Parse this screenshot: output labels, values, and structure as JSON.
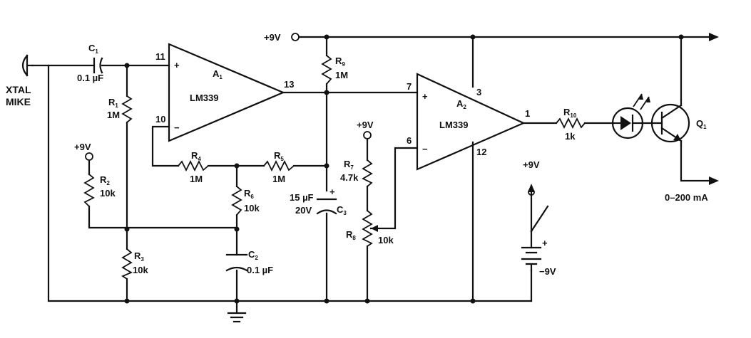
{
  "components": {
    "mic": {
      "line1": "XTAL",
      "line2": "MIKE"
    },
    "c1": {
      "name": "C",
      "sub": "1",
      "value": "0.1 µF"
    },
    "r1": {
      "name": "R",
      "sub": "1",
      "value": "1M"
    },
    "r2": {
      "name": "R",
      "sub": "2",
      "value": "10k"
    },
    "r3": {
      "name": "R",
      "sub": "3",
      "value": "10k"
    },
    "r4": {
      "name": "R",
      "sub": "4",
      "value": "1M"
    },
    "r5": {
      "name": "R",
      "sub": "5",
      "value": "1M"
    },
    "r6": {
      "name": "R",
      "sub": "6",
      "value": "10k"
    },
    "r7": {
      "name": "R",
      "sub": "7",
      "value": "4.7k"
    },
    "r8": {
      "name": "R",
      "sub": "8",
      "value": "10k"
    },
    "r9": {
      "name": "R",
      "sub": "9",
      "value": "1M"
    },
    "r10": {
      "name": "R",
      "sub": "10",
      "value": "1k"
    },
    "c2": {
      "name": "C",
      "sub": "2",
      "value": "0.1 µF"
    },
    "c3": {
      "name": "C",
      "sub": "3",
      "value": "15 µF",
      "voltage": "20V"
    },
    "a1": {
      "name": "A",
      "sub": "1",
      "part": "LM339",
      "pin_plus": "11",
      "pin_minus": "10",
      "pin_out": "13"
    },
    "a2": {
      "name": "A",
      "sub": "2",
      "part": "LM339",
      "pin_plus": "7",
      "pin_minus": "6",
      "pin_out": "1",
      "pin_vcc": "3",
      "pin_gnd": "12"
    },
    "q1": {
      "name": "Q",
      "sub": "1"
    },
    "supply": {
      "plus9_main": "+9V",
      "plus9_r2": "+9V",
      "plus9_r7": "+9V",
      "plus9_switch": "+9V",
      "minus9": "−9V",
      "batt_plus": "+"
    },
    "output": {
      "label": "0–200 mA"
    },
    "opamp_signs": {
      "plus": "+",
      "minus": "−"
    }
  }
}
